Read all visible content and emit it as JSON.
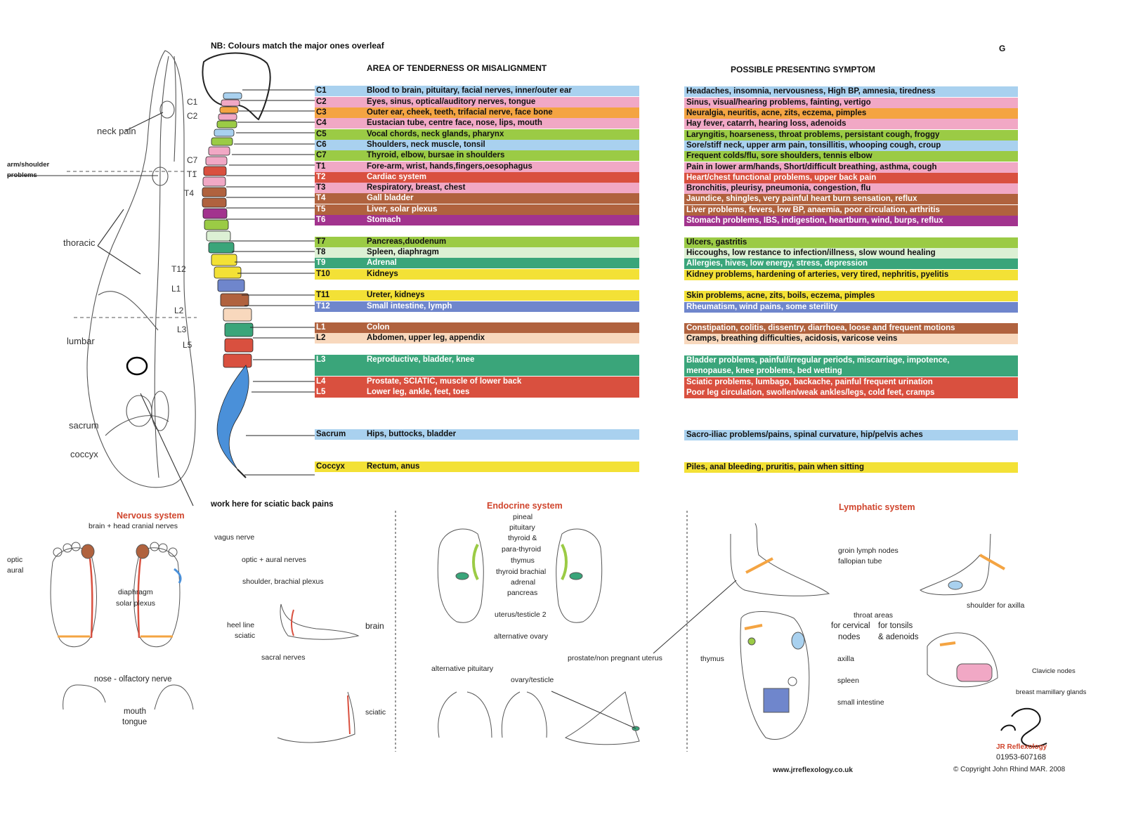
{
  "notes": {
    "nb": "NB:  Colours match the major ones overleaf",
    "page_letter": "G",
    "work_here": "work here for sciatic back pains"
  },
  "headers": {
    "area": "AREA OF TENDERNESS OR MISALIGNMENT",
    "symptom": "POSSIBLE PRESENTING SYMPTOM"
  },
  "colors": {
    "lightblue": "#a9d1ef",
    "pink": "#f1a8c5",
    "orange": "#f4a442",
    "green": "#9bcb45",
    "red": "#d9503f",
    "brown": "#b0623e",
    "purple": "#a2338e",
    "lightgreen": "#dcf0d4",
    "teal": "#3aa57a",
    "yellow": "#f3e136",
    "blue": "#6f86cc",
    "peach": "#f8d8bd",
    "accent_title": "#d0452d"
  },
  "rows": [
    {
      "code": "C1",
      "area": "Blood to brain, pituitary, facial nerves, inner/outer ear",
      "symptom": "Headaches, insomnia, nervousness, High BP, amnesia, tiredness",
      "color": "#a9d1ef",
      "dark": false
    },
    {
      "code": "C2",
      "area": "Eyes, sinus, optical/auditory nerves, tongue",
      "symptom": "Sinus, visual/hearing problems, fainting, vertigo",
      "color": "#f1a8c5",
      "dark": false
    },
    {
      "code": "C3",
      "area": "Outer ear, cheek, teeth, trifacial nerve, face bone",
      "symptom": "Neuralgia, neuritis, acne, zits, eczema, pimples",
      "color": "#f4a442",
      "dark": false
    },
    {
      "code": "C4",
      "area": "Eustacian tube, centre face, nose, lips, mouth",
      "symptom": "Hay fever, catarrh, hearing loss, adenoids",
      "color": "#f1a8c5",
      "dark": false
    },
    {
      "code": "C5",
      "area": "Vocal chords, neck glands, pharynx",
      "symptom": "Laryngitis, hoarseness, throat problems, persistant cough, froggy",
      "color": "#9bcb45",
      "dark": false
    },
    {
      "code": "C6",
      "area": "Shoulders, neck muscle, tonsil",
      "symptom": "Sore/stiff neck, upper arm pain, tonsillitis, whooping cough, croup",
      "color": "#a9d1ef",
      "dark": false
    },
    {
      "code": "C7",
      "area": "Thyroid, elbow, bursae in shoulders",
      "symptom": "Frequent colds/flu, sore shoulders, tennis elbow",
      "color": "#9bcb45",
      "dark": false
    },
    {
      "code": "T1",
      "area": "Fore-arm, wrist, hands,fingers,oesophagus",
      "symptom": "Pain in lower arm/hands, Short/difficult breathing, asthma, cough",
      "color": "#f1a8c5",
      "dark": false
    },
    {
      "code": "T2",
      "area": "Cardiac system",
      "symptom": "Heart/chest functional problems, upper back pain",
      "color": "#d9503f",
      "dark": true
    },
    {
      "code": "T3",
      "area": "Respiratory, breast, chest",
      "symptom": "Bronchitis, pleurisy, pneumonia, congestion, flu",
      "color": "#f1a8c5",
      "dark": false
    },
    {
      "code": "T4",
      "area": "Gall bladder",
      "symptom": "Jaundice, shingles, very painful heart burn sensation, reflux",
      "color": "#b0623e",
      "dark": true
    },
    {
      "code": "T5",
      "area": "Liver, solar plexus",
      "symptom": "Liver problems, fevers, low BP, anaemia, poor circulation, arthritis",
      "color": "#b0623e",
      "dark": true
    },
    {
      "code": "T6",
      "area": "Stomach",
      "symptom": "Stomach problems, IBS, indigestion, heartburn, wind, burps, reflux",
      "color": "#a2338e",
      "dark": true
    },
    {
      "code": "T7",
      "area": "Pancreas,duodenum",
      "symptom": "Ulcers, gastritis",
      "color": "#9bcb45",
      "dark": false
    },
    {
      "code": "T8",
      "area": "Spleen, diaphragm",
      "symptom": "Hiccoughs, low restance to infection/illness, slow wound healing",
      "color": "#dcf0d4",
      "dark": false
    },
    {
      "code": "T9",
      "area": "Adrenal",
      "symptom": "Allergies, hives, low energy, stress, depression",
      "color": "#3aa57a",
      "dark": true
    },
    {
      "code": "T10",
      "area": "Kidneys",
      "symptom": "Kidney problems, hardening of arteries, very tired, nephritis, pyelitis",
      "color": "#f3e136",
      "dark": false
    },
    {
      "code": "T11",
      "area": "Ureter, kidneys",
      "symptom": "Skin problems, acne, zits, boils, eczema, pimples",
      "color": "#f3e136",
      "dark": false
    },
    {
      "code": "T12",
      "area": "Small intestine, lymph",
      "symptom": "Rheumatism, wind pains, some sterility",
      "color": "#6f86cc",
      "dark": true
    },
    {
      "code": "L1",
      "area": "Colon",
      "symptom": "Constipation, colitis, dissentry, diarrhoea, loose and frequent motions",
      "color": "#b0623e",
      "dark": true
    },
    {
      "code": "L2",
      "area": "Abdomen, upper leg, appendix",
      "symptom": "Cramps, breathing difficulties, acidosis, varicose veins",
      "color": "#f8d8bd",
      "dark": false
    },
    {
      "code": "L3",
      "area": "Reproductive, bladder, knee",
      "symptom": "Bladder problems, painful/irregular periods, miscarriage, impotence,",
      "symptom2": "menopause, knee problems, bed wetting",
      "color": "#3aa57a",
      "dark": true
    },
    {
      "code": "L4",
      "area": "Prostate, SCIATIC, muscle of lower back",
      "symptom": "Sciatic problems, lumbago, backache, painful frequent urination",
      "color": "#d9503f",
      "dark": true
    },
    {
      "code": "L5",
      "area": "Lower leg, ankle, feet, toes",
      "symptom": "Poor leg circulation, swollen/weak ankles/legs, cold feet, cramps",
      "color": "#d9503f",
      "dark": true
    },
    {
      "code": "Sacrum",
      "area": "Hips, buttocks, bladder",
      "symptom": "Sacro-iliac problems/pains, spinal curvature, hip/pelvis aches",
      "color": "#a9d1ef",
      "dark": false
    },
    {
      "code": "Coccyx",
      "area": "Rectum, anus",
      "symptom": "Piles, anal bleeding, pruritis, pain when sitting",
      "color": "#f3e136",
      "dark": false
    }
  ],
  "foot_left": {
    "c1": "C1",
    "c2": "C2",
    "c7": "C7",
    "t1": "T1",
    "t4": "T4",
    "t12": "T12",
    "l1": "L1",
    "l2": "L2",
    "l3": "L3",
    "l5": "L5",
    "neck_pain": "neck pain",
    "arm_shoulder": "arm/shoulder",
    "problems": "problems",
    "thoracic": "thoracic",
    "lumbar": "lumbar",
    "sacrum": "sacrum",
    "coccyx": "coccyx"
  },
  "nervous": {
    "title": "Nervous system",
    "brain_head": "brain + head cranial nerves",
    "vagus": "vagus nerve",
    "optic": "optic",
    "aural": "aural",
    "optic_aural": "optic + aural nerves",
    "shoulder": "shoulder, brachial plexus",
    "diaphragm": "diaphragm",
    "solar": "solar plexus",
    "heel_line": "heel line",
    "sciatic": "sciatic",
    "sacral": "sacral nerves",
    "brain": "brain",
    "nose": "nose - olfactory nerve",
    "mouth": "mouth",
    "tongue": "tongue",
    "sciatic2": "sciatic"
  },
  "endocrine": {
    "title": "Endocrine system",
    "pineal": "pineal",
    "pituitary": "pituitary",
    "thyroid": "thyroid &",
    "para": "para-thyroid",
    "thymus": "thymus",
    "thyroid_brachial": "thyroid brachial",
    "adrenal": "adrenal",
    "pancreas": "pancreas",
    "uterus": "uterus/testicle 2",
    "alt_ovary": "alternative ovary",
    "prostate": "prostate/non pregnant uterus",
    "alt_pituitary": "alternative pituitary",
    "ovary": "ovary/testicle"
  },
  "lymphatic": {
    "title": "Lymphatic system",
    "groin": "groin lymph nodes",
    "fallopian": "fallopian tube",
    "shoulder_axilla": "shoulder for axilla",
    "throat": "throat areas",
    "cervical1": "for cervical",
    "cervical2": "nodes",
    "tonsils1": "for tonsils",
    "tonsils2": "& adenoids",
    "thymus": "thymus",
    "axilla": "axilla",
    "spleen": "spleen",
    "small_intestine": "small intestine",
    "clavicle": "Clavicle nodes",
    "breast": "breast mamillary glands"
  },
  "footer": {
    "brand": "JR Reflexology",
    "phone": "01953-607168",
    "website": "www.jrreflexology.co.uk",
    "copyright": "Copyright John Rhind MAR. 2008"
  }
}
